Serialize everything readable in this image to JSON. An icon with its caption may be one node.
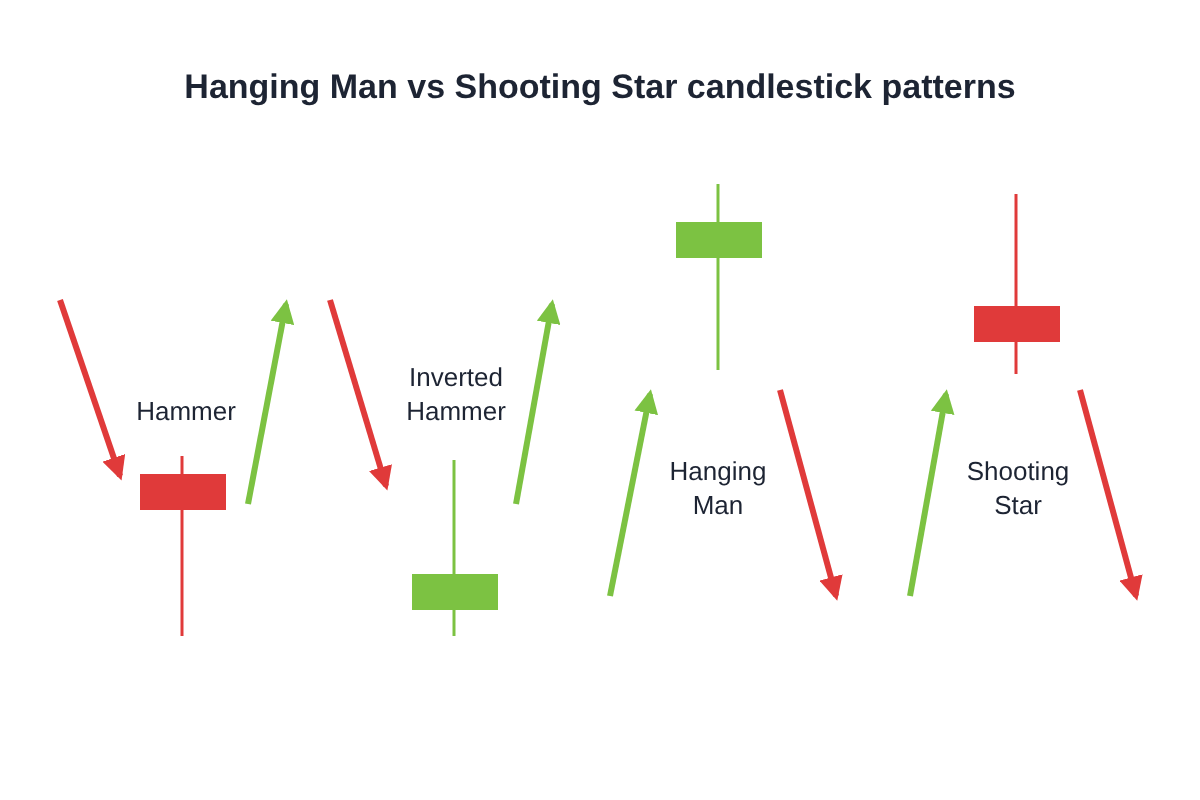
{
  "diagram": {
    "title": "Hanging Man vs Shooting Star candlestick patterns",
    "labels": [
      "Hammer",
      "Inverted Hammer",
      "Hanging Man",
      "Shooting Star"
    ]
  }
}
